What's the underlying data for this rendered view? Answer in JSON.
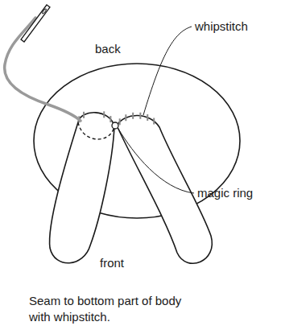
{
  "diagram": {
    "caption": "Seam to bottom part of body with whipstitch.",
    "labels": [
      "back",
      "whipstitch",
      "magic ring",
      "front"
    ]
  }
}
